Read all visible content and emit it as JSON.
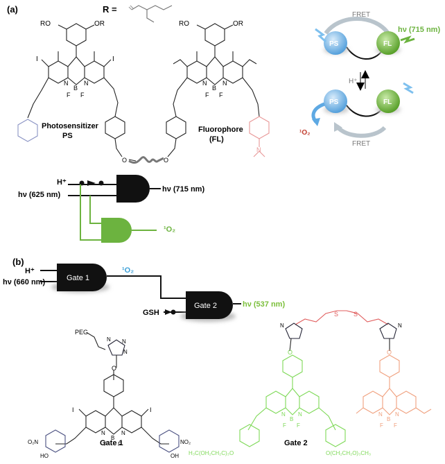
{
  "panel_a": {
    "label": "(a)",
    "r_label": "R =",
    "ps_structure": {
      "or_left": "RO",
      "or_right": "OR",
      "iodo_left": "I",
      "iodo_right": "I",
      "n_left": "N",
      "n_plus": "N",
      "boron": "B",
      "f_left": "F",
      "f_right": "F",
      "caption_line1": "Photosensitizer",
      "caption_line2": "PS",
      "linker_o": "O"
    },
    "fl_structure": {
      "or_left": "RO",
      "or_right": "OR",
      "n_left": "N",
      "n_plus": "N",
      "boron": "B",
      "f_left": "F",
      "f_right": "F",
      "caption_line1": "Fluorophore",
      "caption_line2": "(FL)",
      "linker_o": "O",
      "amine_n": "N"
    },
    "scheme": {
      "fret_top": "FRET",
      "emission": "hν (715 nm)",
      "ps": "PS",
      "fl": "FL",
      "proton": "H⁺",
      "singlet_oxygen": "¹O₂",
      "fret_bottom": "FRET"
    },
    "logic": {
      "input_1": "H⁺",
      "input_2": "hν (625 nm)",
      "output_1": "hν (715 nm)",
      "output_2": "¹O₂"
    },
    "colors": {
      "ps": "#5ea9e3",
      "fl": "#5aa829",
      "pink": "#e89696",
      "pyridine": "#8a93c4",
      "gate_green": "#6cb33f",
      "red": "#c0392b"
    }
  },
  "panel_b": {
    "label": "(b)",
    "logic": {
      "input_1": "H⁺",
      "input_2": "hν (660 nm)",
      "gate_1": "Gate 1",
      "intermediate": "¹O₂",
      "input_3": "GSH",
      "gate_2": "Gate 2",
      "output": "hν (537 nm)"
    },
    "gate1_structure": {
      "peg": "PEG",
      "triazole_n1": "N",
      "triazole_n2": "N",
      "triazole_n3": "N",
      "o": "O",
      "iodo_left": "I",
      "iodo_right": "I",
      "n_left": "N",
      "n_plus": "N",
      "boron": "B",
      "f_left": "F",
      "f_right": "F",
      "nitro_left": "O₂N",
      "nitro_right": "NO₂",
      "ho": "HO",
      "oh": "OH",
      "caption": "Gate 1"
    },
    "gate2_structure": {
      "s_left": "S",
      "s_right": "S",
      "triazole_n": "N",
      "o_left": "O",
      "o_right": "O",
      "n_left": "N",
      "n_plus": "N",
      "boron": "B",
      "f_left": "F",
      "f_right": "F",
      "peg_left": "H₃C(OH₂CH₂C)₃O",
      "peg_right": "O(CH₂CH₂O)₃CH₃",
      "caption": "Gate 2"
    },
    "colors": {
      "gate2_green": "#7ed957",
      "gate2_orange": "#f0a07e",
      "disulfide": "#e05c5c",
      "output_green": "#7bbf3a",
      "o2_blue": "#3ca0d8"
    }
  }
}
